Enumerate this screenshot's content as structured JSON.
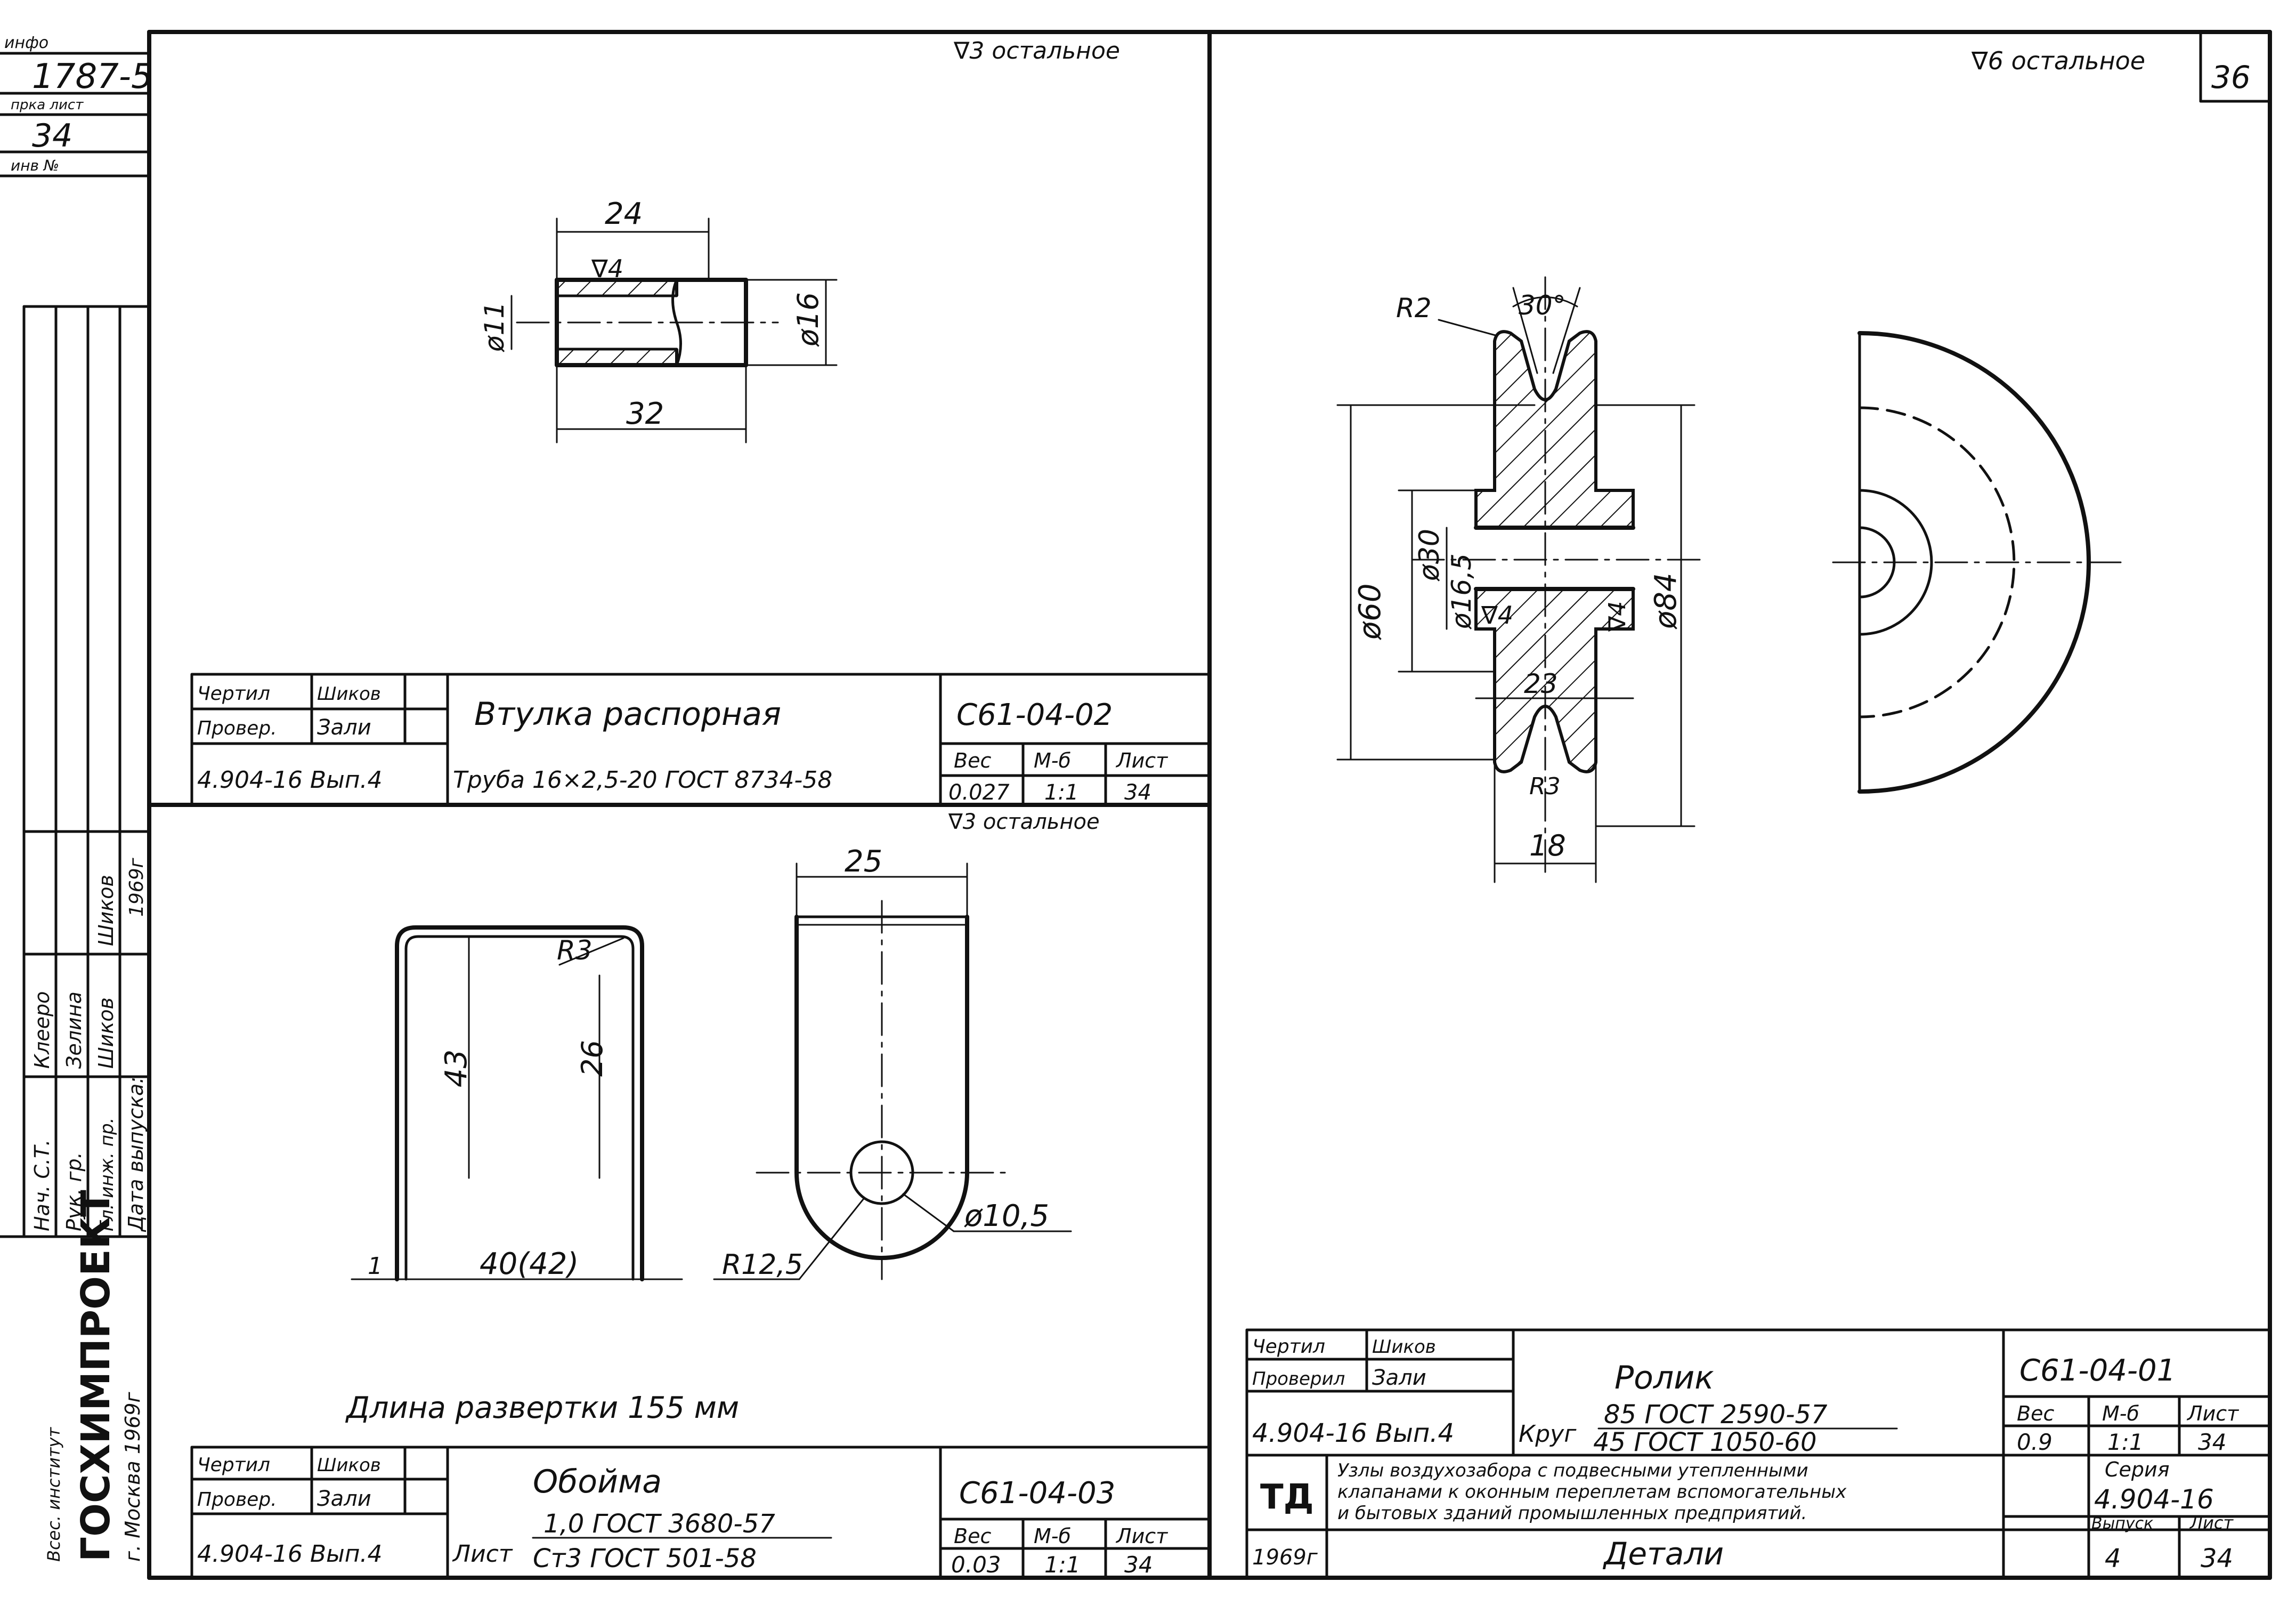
{
  "sheet_number": "36",
  "surface_notes": {
    "top_left": "∇3 остальное",
    "top_right": "∇6 остальное",
    "bottom_left": "∇3 остальное"
  },
  "margin_strip": {
    "top": [
      "инфо",
      "1787-5",
      "прка лист",
      "34",
      "инв №"
    ],
    "sign_rows": [
      [
        "Нач. С.Т.",
        "Клеерo",
        ""
      ],
      [
        "Рук. гр.",
        "Зелина",
        ""
      ],
      [
        "Гл. инж. пр.",
        "Шиков",
        "Шиков"
      ]
    ],
    "date_label": "Дата выпуска:",
    "year": "1969г",
    "org": "ГОСХИМПРОЕКТ",
    "city": "г. Москва 1969г",
    "dept": "Всес. институт"
  },
  "parts": {
    "bushing": {
      "dims": {
        "length_top": "24",
        "length_bottom": "32",
        "inner_dia": "ø11",
        "outer_dia": "ø16",
        "roughness": "∇4"
      },
      "stamp": {
        "drawn_label": "Чертил",
        "drawn_name": "Шиков",
        "checked_label": "Провер.",
        "checked_name": "Зали",
        "series": "4.904-16 Вып.4",
        "title": "Втулка распорная",
        "material": "Труба 16×2,5-20 ГОСТ 8734-58",
        "code": "С61-04-02",
        "weight_label": "Вес",
        "weight": "0.027",
        "scale_label": "М-б",
        "scale": "1:1",
        "sheet_label": "Лист",
        "sheet": "34"
      }
    },
    "clip": {
      "dims": {
        "radius": "R3",
        "height": "43",
        "height2": "26",
        "width": "40(42)",
        "thickness": "1",
        "tab_width": "25",
        "hole_dia": "ø10,5",
        "tab_radius": "R12,5"
      },
      "developed_length": "Длина развертки 155 мм",
      "stamp": {
        "drawn_label": "Чертил",
        "drawn_name": "Шиков",
        "checked_label": "Провер.",
        "checked_name": "Зали",
        "series": "4.904-16 Вып.4",
        "title": "Обойма",
        "material_top": "1,0 ГОСТ 3680-57",
        "material_label": "Лист",
        "material_bottom": "Ст3 ГОСТ 501-58",
        "code": "С61-04-03",
        "weight_label": "Вес",
        "weight": "0.03",
        "scale_label": "М-б",
        "scale": "1:1",
        "sheet_label": "Лист",
        "sheet": "34"
      }
    },
    "roller": {
      "dims": {
        "groove_radius": "R2",
        "groove_angle": "30°",
        "d60": "ø60",
        "d30": "ø30",
        "d165": "ø16,5",
        "d84": "ø84",
        "hub_width": "23",
        "rim_width": "18",
        "bottom_radius": "R3",
        "roughness_left": "∇4",
        "roughness_right": "∇4"
      },
      "stamp": {
        "drawn_label": "Чертил",
        "drawn_name": "Шиков",
        "checked_label": "Проверил",
        "checked_name": "Зали",
        "series": "4.904-16 Вып.4",
        "title": "Ролик",
        "material_label": "Круг",
        "material_top": "85 ГОСТ 2590-57",
        "material_bottom": "45 ГОСТ 1050-60",
        "code": "С61-04-01",
        "weight_label": "Вес",
        "weight": "0.9",
        "scale_label": "М-б",
        "scale": "1:1",
        "sheet_label": "Лист",
        "sheet": "34"
      }
    }
  },
  "main_stamp": {
    "td": "ТД",
    "description_1": "Узлы воздухозабора с подвесными утепленными",
    "description_2": "клапанами к оконным переплетам вспомогательных",
    "description_3": "и бытовых зданий промышленных предприятий.",
    "series_label": "Серия",
    "series": "4.904-16",
    "issue_label": "Выпуск",
    "issue": "4",
    "sheet_label": "Лист",
    "sheet": "34",
    "year": "1969г",
    "title": "Детали"
  }
}
